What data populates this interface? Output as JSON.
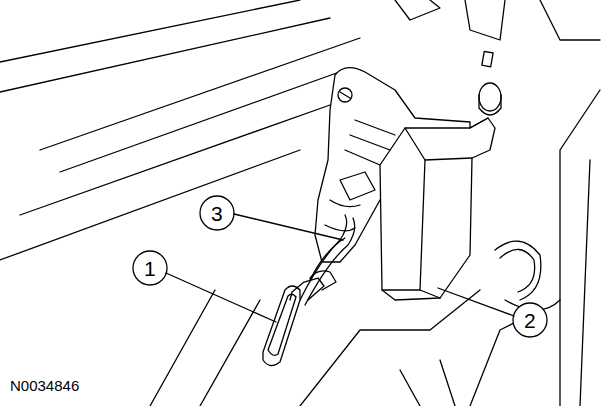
{
  "diagram": {
    "labels": [
      "3",
      "1",
      "2",
      "N0034846"
    ]
  }
}
